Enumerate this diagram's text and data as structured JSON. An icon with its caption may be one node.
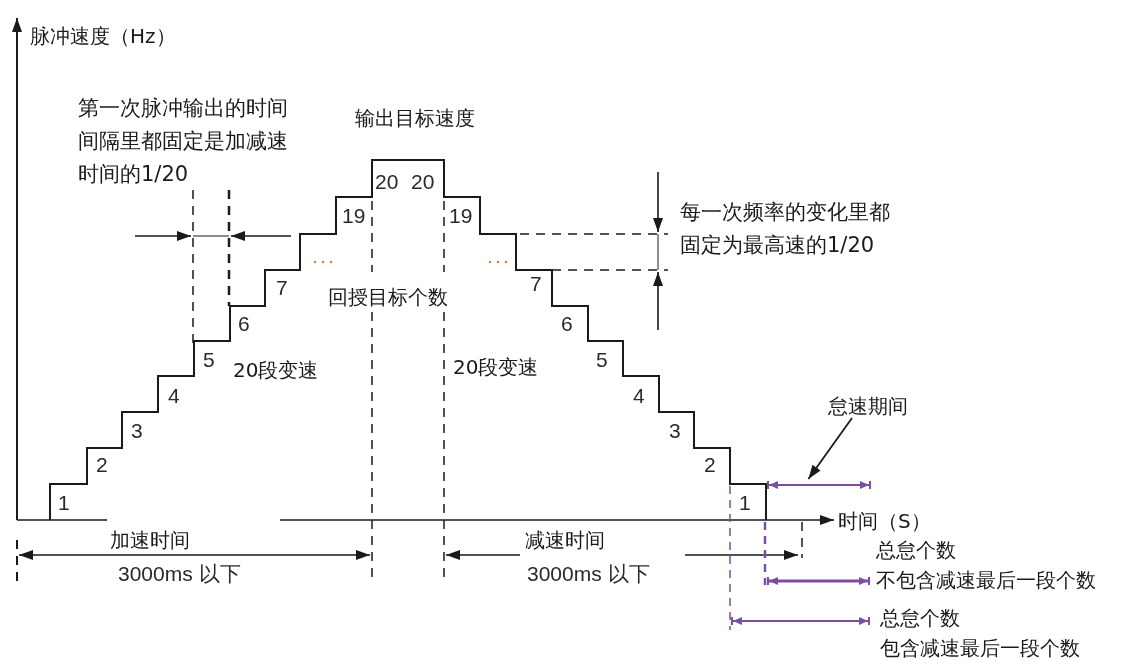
{
  "diagram": {
    "nodes": [
      {
        "text": [
          "怠速期间"
        ]
      },
      {
        "text": [],
        "shape": "bar"
      }
    ],
    "edges": [
      {
        "from": 0,
        "to": 1,
        "arrow": "to"
      }
    ],
    "labels": [
      "脉冲速度（Hz）",
      "第一次脉冲输出的时间间隔里都固定是加减速时间的1/20",
      "输出目标速度",
      "20",
      "20",
      "19",
      "19",
      "每一次频率的变化里都固定为最高速的1/20",
      "7",
      "回授目标个数",
      "7",
      "6",
      "6",
      "5",
      "20段变速",
      "20段变速",
      "5",
      "4",
      "4",
      "3",
      "3",
      "2",
      "2",
      "1",
      "1",
      "时间（S）",
      "加速时间",
      "减速时间",
      "3000ms 以下",
      "3000ms 以下",
      "总怠个数",
      "不包含减速最后一段个数",
      "总怠个数",
      "包含减速最后一段个数"
    ]
  }
}
